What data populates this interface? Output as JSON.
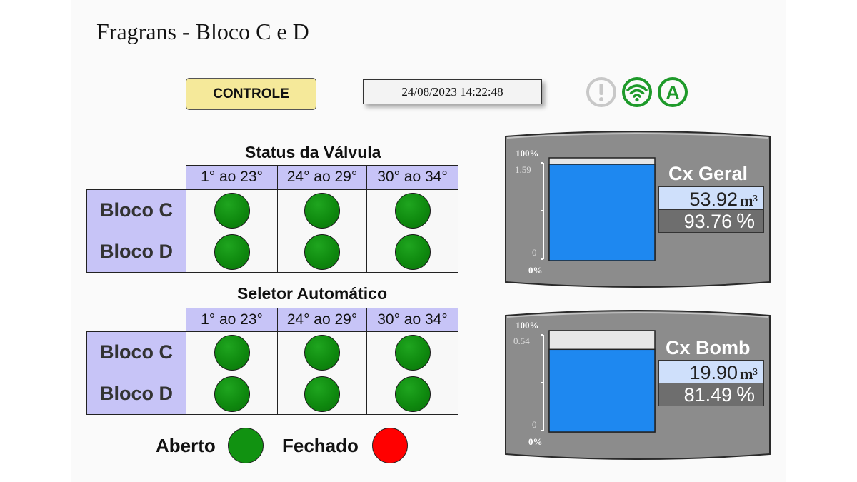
{
  "title": "Fragrans - Bloco C e D",
  "header": {
    "controle_label": "CONTROLE",
    "datetime": "24/08/2023 14:22:48",
    "icons": [
      {
        "name": "alert-icon",
        "color": "#c8c8c8"
      },
      {
        "name": "wifi-icon",
        "color": "#1e9a2a"
      },
      {
        "name": "auto-mode-icon",
        "color": "#1e9a2a",
        "letter": "A"
      }
    ]
  },
  "colors": {
    "header_cell": "#c7c4f7",
    "open": "#119211",
    "closed": "#ff0000",
    "tank_fill": "#1e88f0",
    "tank_panel": "#8c8c8c"
  },
  "valve_status": {
    "title": "Status da Válvula",
    "columns": [
      "1° ao 23°",
      "24° ao 29°",
      "30° ao 34°"
    ],
    "rows": [
      {
        "label": "Bloco C",
        "states": [
          "aberto",
          "aberto",
          "aberto"
        ]
      },
      {
        "label": "Bloco D",
        "states": [
          "aberto",
          "aberto",
          "aberto"
        ]
      }
    ]
  },
  "auto_selector": {
    "title": "Seletor Automático",
    "columns": [
      "1° ao 23°",
      "24° ao 29°",
      "30° ao 34°"
    ],
    "rows": [
      {
        "label": "Bloco C",
        "states": [
          "aberto",
          "aberto",
          "aberto"
        ]
      },
      {
        "label": "Bloco D",
        "states": [
          "aberto",
          "aberto",
          "aberto"
        ]
      }
    ]
  },
  "legend": {
    "open_label": "Aberto",
    "closed_label": "Fechado"
  },
  "tanks": [
    {
      "name": "Cx Geral",
      "volume": "53.92",
      "volume_unit": "m³",
      "percent": "93.76",
      "percent_unit": "%",
      "level_fraction": 0.9376,
      "scale_top": "100%",
      "scale_bottom": "0%",
      "axis_max": "1.59",
      "axis_min": "0"
    },
    {
      "name": "Cx Bomb",
      "volume": "19.90",
      "volume_unit": "m³",
      "percent": "81.49",
      "percent_unit": "%",
      "level_fraction": 0.8149,
      "scale_top": "100%",
      "scale_bottom": "0%",
      "axis_max": "0.54",
      "axis_min": "0"
    }
  ]
}
